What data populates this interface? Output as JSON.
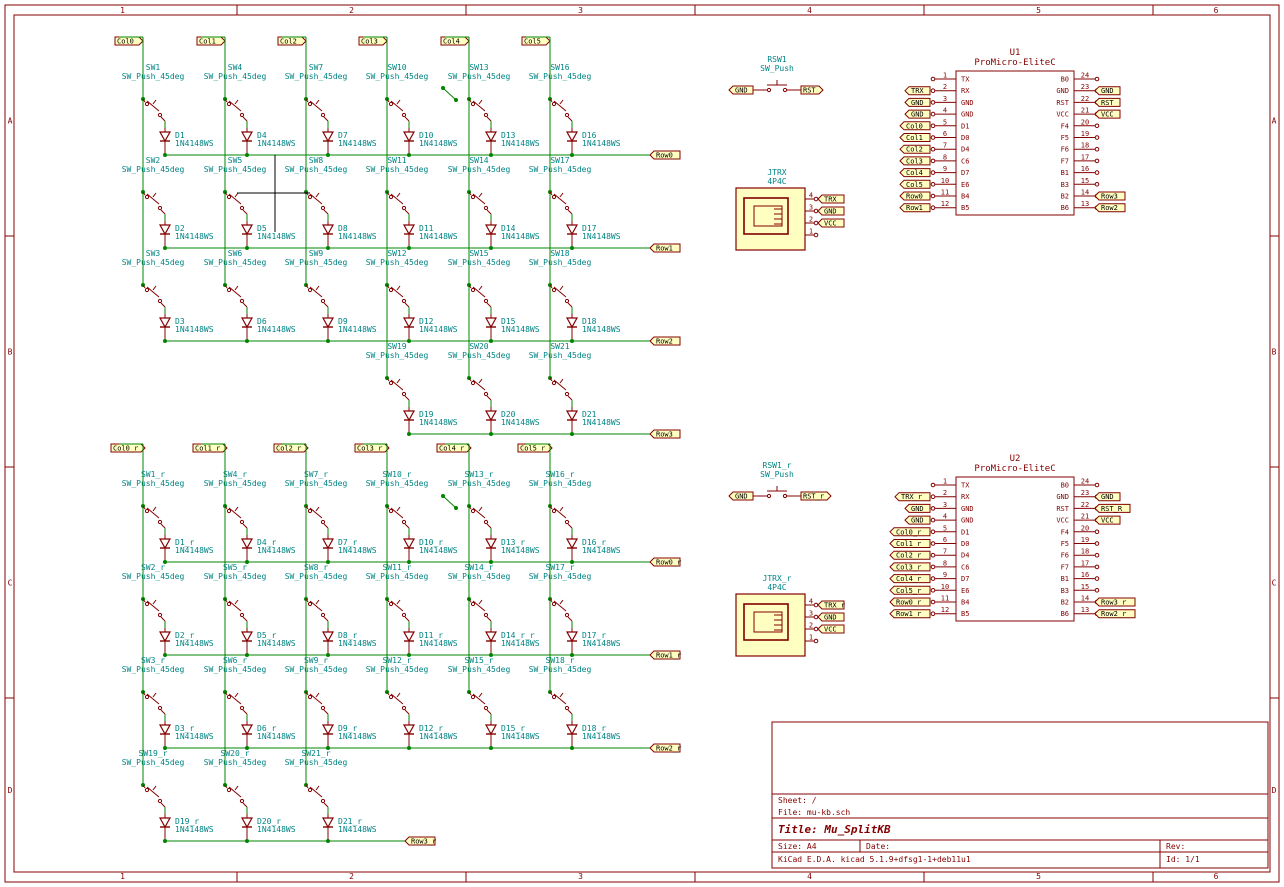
{
  "colors": {
    "wire": "#008400",
    "component": "#840000",
    "field": "#008484",
    "label_fill": "#ffffc2",
    "background": "#ffffff"
  },
  "frame": {
    "columns": [
      "1",
      "2",
      "3",
      "4",
      "5",
      "6"
    ],
    "rows": [
      "A",
      "B",
      "C",
      "D"
    ]
  },
  "title_block": {
    "sheet": "Sheet: /",
    "file": "File: mu-kb.sch",
    "title": "Title: Mu_SplitKB",
    "size": "Size: A4",
    "date": "Date:",
    "rev": "Rev:",
    "kicad": "KiCad E.D.A.  kicad 5.1.9+dfsg1-1+deb11u1",
    "id": "Id: 1/1"
  },
  "left": {
    "switch_value": "SW_Push_45deg",
    "diode_value": "1N4148WS",
    "columns": [
      "Col0",
      "Col1",
      "Col2",
      "Col3",
      "Col4",
      "Col5"
    ],
    "rows": [
      "Row0",
      "Row1",
      "Row2",
      "Row3"
    ],
    "switches": [
      [
        "SW1",
        "SW4",
        "SW7",
        "SW10",
        "SW13",
        "SW16"
      ],
      [
        "SW2",
        "SW5",
        "SW8",
        "SW11",
        "SW14",
        "SW17"
      ],
      [
        "SW3",
        "SW6",
        "SW9",
        "SW12",
        "SW15",
        "SW18"
      ],
      [
        "",
        "",
        "",
        "SW19",
        "SW20",
        "SW21"
      ]
    ],
    "diodes": [
      [
        "D1",
        "D4",
        "D7",
        "D10",
        "D13",
        "D16"
      ],
      [
        "D2",
        "D5",
        "D8",
        "D11",
        "D14",
        "D17"
      ],
      [
        "D3",
        "D6",
        "D9",
        "D12",
        "D15",
        "D18"
      ],
      [
        "",
        "",
        "",
        "D19",
        "D20",
        "D21"
      ]
    ],
    "reset": {
      "ref": "RSW1",
      "value": "SW_Push",
      "gnd": "GND",
      "rst": "RST"
    },
    "jack": {
      "ref": "JTRX",
      "value": "4P4C",
      "labels": [
        "TRX",
        "GND",
        "VCC"
      ],
      "pins": [
        "4",
        "3",
        "2",
        "1"
      ]
    },
    "mcu": {
      "ref": "U1",
      "value": "ProMicro-EliteC",
      "left_pins": [
        [
          "1",
          "TX"
        ],
        [
          "2",
          "RX"
        ],
        [
          "3",
          "GND"
        ],
        [
          "4",
          "GND"
        ],
        [
          "5",
          "D1"
        ],
        [
          "6",
          "D0"
        ],
        [
          "7",
          "D4"
        ],
        [
          "8",
          "C6"
        ],
        [
          "9",
          "D7"
        ],
        [
          "10",
          "E6"
        ],
        [
          "11",
          "B4"
        ],
        [
          "12",
          "B5"
        ]
      ],
      "right_pins": [
        [
          "24",
          "B0"
        ],
        [
          "23",
          "GND"
        ],
        [
          "22",
          "RST"
        ],
        [
          "21",
          "VCC"
        ],
        [
          "20",
          "F4"
        ],
        [
          "19",
          "F5"
        ],
        [
          "18",
          "F6"
        ],
        [
          "17",
          "F7"
        ],
        [
          "16",
          "B1"
        ],
        [
          "15",
          "B3"
        ],
        [
          "14",
          "B2"
        ],
        [
          "13",
          "B6"
        ]
      ],
      "left_labels": [
        "",
        "TRX",
        "GND",
        "GND",
        "Col0",
        "Col1",
        "Col2",
        "Col3",
        "Col4",
        "Col5",
        "Row0",
        "Row1"
      ],
      "right_labels": [
        "",
        "GND",
        "RST",
        "VCC",
        "",
        "",
        "",
        "",
        "",
        "",
        "Row3",
        "Row2"
      ]
    }
  },
  "right": {
    "switch_value": "SW_Push_45deg",
    "diode_value": "1N4148WS",
    "columns": [
      "Col0_r",
      "Col1_r",
      "Col2_r",
      "Col3_r",
      "Col4_r",
      "Col5_r"
    ],
    "rows": [
      "Row0_r",
      "Row1_r",
      "Row2_r",
      "Row3_r"
    ],
    "switches": [
      [
        "SW1_r",
        "SW4_r",
        "SW7_r",
        "SW10_r",
        "SW13_r",
        "SW16_r"
      ],
      [
        "SW2_r",
        "SW5_r",
        "SW8_r",
        "SW11_r",
        "SW14_r",
        "SW17_r"
      ],
      [
        "SW3_r",
        "SW6_r",
        "SW9_r",
        "SW12_r",
        "SW15_r",
        "SW18_r"
      ],
      [
        "SW19_r",
        "SW20_r",
        "SW21_r",
        "",
        "",
        ""
      ]
    ],
    "diodes": [
      [
        "D1_r",
        "D4_r",
        "D7_r",
        "D10_r",
        "D13_r",
        "D16_r"
      ],
      [
        "D2_r",
        "D5_r",
        "D8_r",
        "D11_r",
        "D14_r_r",
        "D17_r"
      ],
      [
        "D3_r",
        "D6_r",
        "D9_r",
        "D12_r",
        "D15_r",
        "D18_r"
      ],
      [
        "D19_r",
        "D20_r",
        "D21_r",
        "",
        "",
        ""
      ]
    ],
    "reset": {
      "ref": "RSW1_r",
      "value": "SW_Push",
      "gnd": "GND",
      "rst": "RST_r"
    },
    "jack": {
      "ref": "JTRX_r",
      "value": "4P4C",
      "labels": [
        "TRX_r",
        "GND",
        "VCC"
      ],
      "pins": [
        "4",
        "3",
        "2",
        "1"
      ]
    },
    "mcu": {
      "ref": "U2",
      "value": "ProMicro-EliteC",
      "left_pins": [
        [
          "1",
          "TX"
        ],
        [
          "2",
          "RX"
        ],
        [
          "3",
          "GND"
        ],
        [
          "4",
          "GND"
        ],
        [
          "5",
          "D1"
        ],
        [
          "6",
          "D0"
        ],
        [
          "7",
          "D4"
        ],
        [
          "8",
          "C6"
        ],
        [
          "9",
          "D7"
        ],
        [
          "10",
          "E6"
        ],
        [
          "11",
          "B4"
        ],
        [
          "12",
          "B5"
        ]
      ],
      "right_pins": [
        [
          "24",
          "B0"
        ],
        [
          "23",
          "GND"
        ],
        [
          "22",
          "RST"
        ],
        [
          "21",
          "VCC"
        ],
        [
          "20",
          "F4"
        ],
        [
          "19",
          "F5"
        ],
        [
          "18",
          "F6"
        ],
        [
          "17",
          "F7"
        ],
        [
          "16",
          "B1"
        ],
        [
          "15",
          "B3"
        ],
        [
          "14",
          "B2"
        ],
        [
          "13",
          "B6"
        ]
      ],
      "left_labels": [
        "",
        "TRX_r",
        "GND",
        "GND",
        "Col0_r",
        "Col1_r",
        "Col2_r",
        "Col3_r",
        "Col4_r",
        "Col5_r",
        "Row0_r",
        "Row1_r"
      ],
      "right_labels": [
        "",
        "GND",
        "RST_R",
        "VCC",
        "",
        "",
        "",
        "",
        "",
        "",
        "Row3_r",
        "Row2_r"
      ]
    }
  }
}
